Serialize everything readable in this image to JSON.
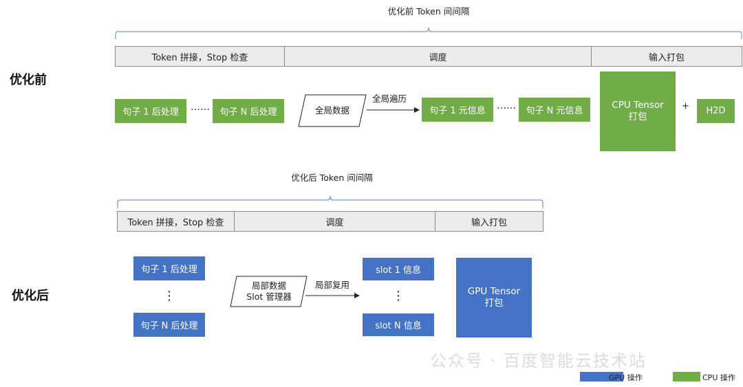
{
  "top": {
    "row_label": "优化前",
    "span_title": "优化前 Token 间间隔",
    "stages": [
      "Token 拼接，Stop 检查",
      "调度",
      "输入打包"
    ],
    "post_first": "句子 1 后处理",
    "post_last": "句子 N 后处理",
    "ellipsis": "……",
    "global_data": "全局数据",
    "arrow_label": "全局遍历",
    "meta_first": "句子 1 元信息",
    "meta_last": "句子 N 元信息",
    "pack_line1": "CPU Tensor",
    "pack_line2": "打包",
    "plus": "+",
    "h2d": "H2D"
  },
  "bottom": {
    "row_label": "优化后",
    "span_title": "优化后 Token 间间隔",
    "stages": [
      "Token 拼接，Stop 检查",
      "调度",
      "输入打包"
    ],
    "post_first": "句子 1 后处理",
    "post_last": "句子 N 后处理",
    "vellipsis": "⋮",
    "local_line1": "局部数据",
    "local_line2": "Slot 管理器",
    "arrow_label": "局部复用",
    "slot_first": "slot 1 信息",
    "slot_last": "slot N 信息",
    "pack_line1": "GPU Tensor",
    "pack_line2": "打包"
  },
  "legend": {
    "gpu_label": "GPU 操作",
    "cpu_label": "CPU 操作",
    "gpu_color": "#4472c4",
    "cpu_color": "#70ad47"
  },
  "watermark": "公众号 · 百度智能云技术站"
}
